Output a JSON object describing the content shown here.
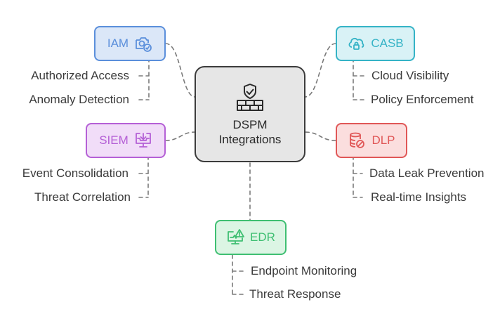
{
  "hub": {
    "line1": "DSPM",
    "line2": "Integrations",
    "icon": "shield-wall-icon"
  },
  "nodes": {
    "iam": {
      "label": "IAM",
      "icon": "camera-check-icon",
      "color": "#5b8fdb",
      "fill": "#dbe7f8",
      "items": [
        "Authorized Access",
        "Anomaly Detection"
      ]
    },
    "casb": {
      "label": "CASB",
      "icon": "cloud-lock-icon",
      "color": "#35b3c6",
      "fill": "#d9f2f6",
      "items": [
        "Cloud Visibility",
        "Policy Enforcement"
      ]
    },
    "siem": {
      "label": "SIEM",
      "icon": "monitor-inbox-icon",
      "color": "#b560d6",
      "fill": "#f1ddf8",
      "items": [
        "Event Consolidation",
        "Threat Correlation"
      ]
    },
    "dlp": {
      "label": "DLP",
      "icon": "database-block-icon",
      "color": "#e05757",
      "fill": "#fbdede",
      "items": [
        "Data Leak Prevention",
        "Real-time Insights"
      ]
    },
    "edr": {
      "label": "EDR",
      "icon": "monitor-alert-icon",
      "color": "#3fbf72",
      "fill": "#dcf5e4",
      "items": [
        "Endpoint Monitoring",
        "Threat Response"
      ]
    }
  },
  "link_color": "#7a7a7a"
}
